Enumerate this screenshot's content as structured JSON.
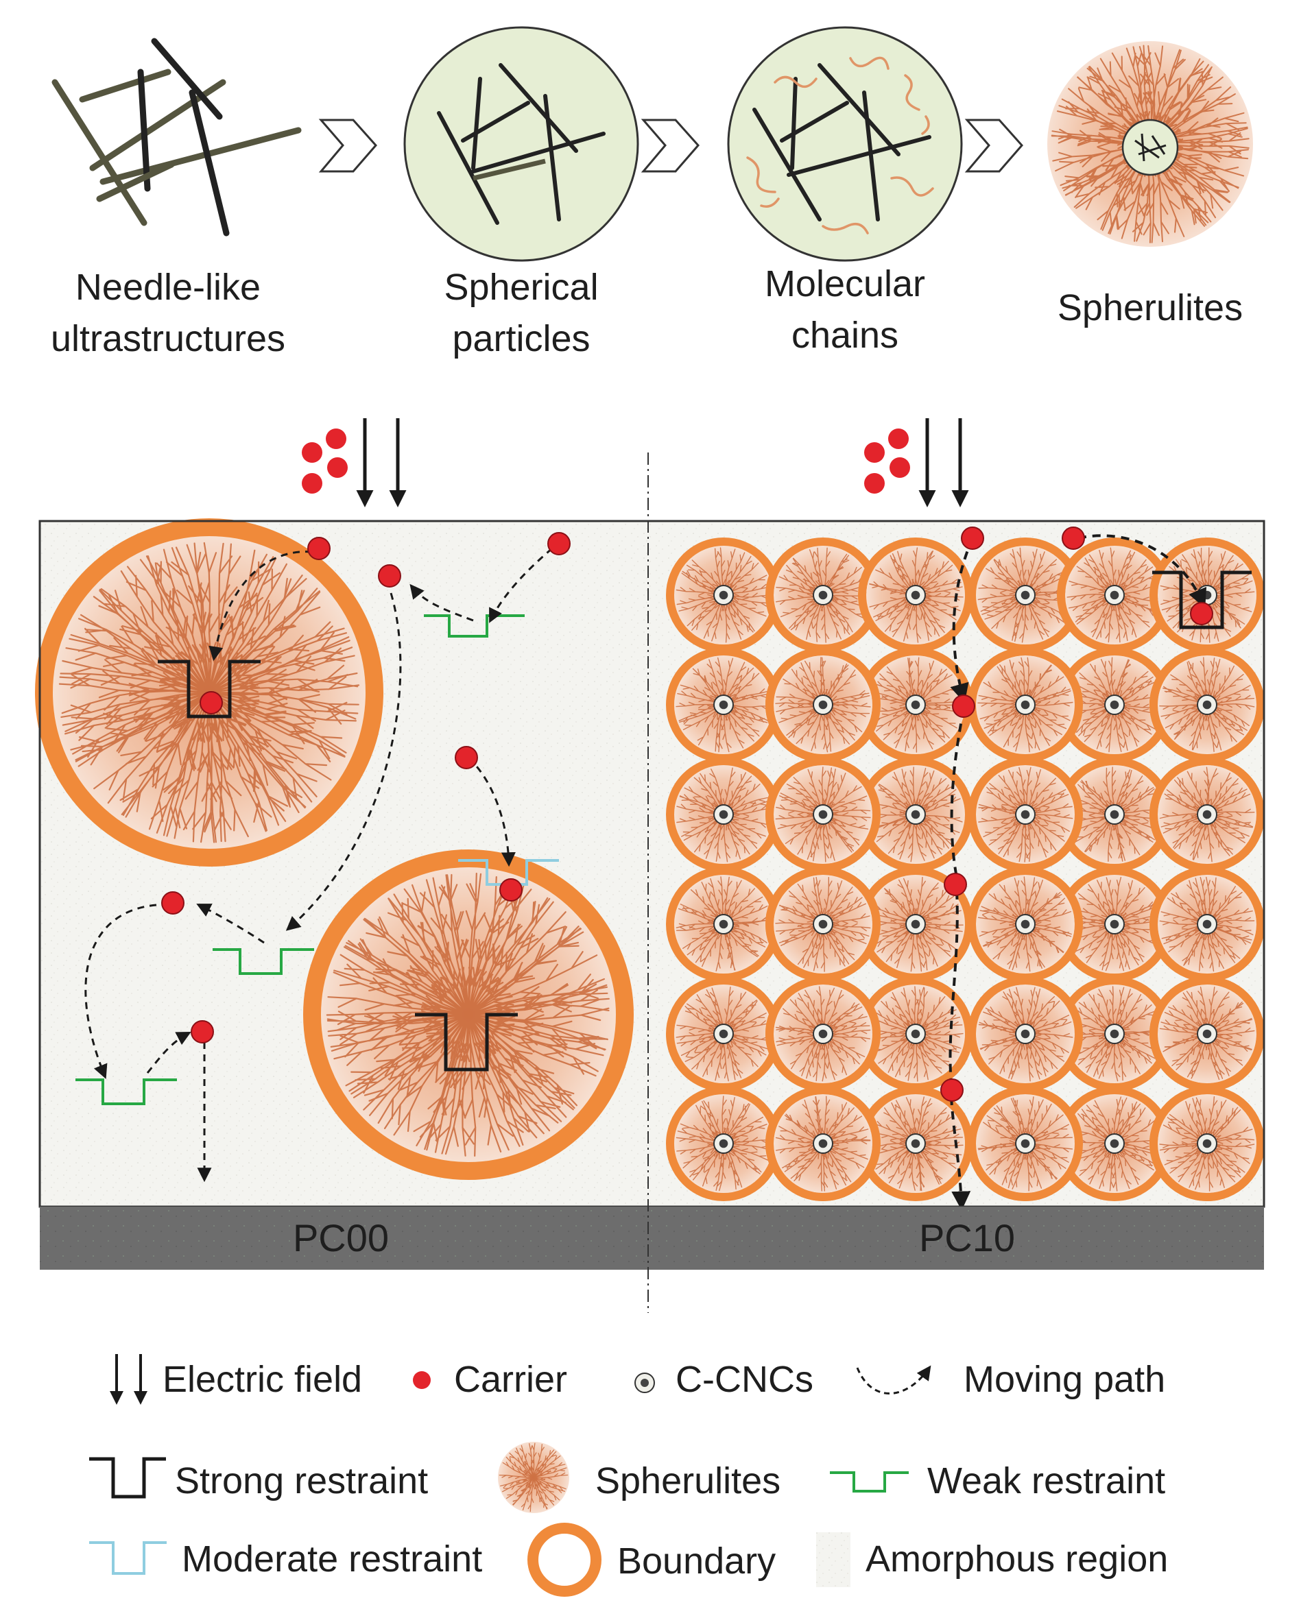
{
  "stages": [
    {
      "line1": "Needle-like",
      "line2": "ultrastructures"
    },
    {
      "line1": "Spherical",
      "line2": "particles"
    },
    {
      "line1": "Molecular",
      "line2": "chains"
    },
    {
      "line1": "Spherulites",
      "line2": ""
    }
  ],
  "panels": {
    "left_label": "PC00",
    "right_label": "PC10"
  },
  "legend": {
    "electric_field": "Electric field",
    "carrier": "Carrier",
    "ccncs": "C-CNCs",
    "moving_path": "Moving path",
    "strong_restraint": "Strong restraint",
    "spherulites": "Spherulites",
    "weak_restraint": "Weak restraint",
    "moderate_restraint": "Moderate restraint",
    "boundary": "Boundary",
    "amorphous_region": "Amorphous region"
  },
  "colors": {
    "boundary": "#f08a3a",
    "spherulite": "#d9835a",
    "carrier": "#e3242b",
    "strong": "#1a1a1a",
    "weak": "#27a844",
    "moderate": "#8fcde0",
    "slab": "#6b6b6b",
    "amorphous": "#f3f3ef",
    "particle": "#e6eed4",
    "needle": "#5d5d45"
  }
}
